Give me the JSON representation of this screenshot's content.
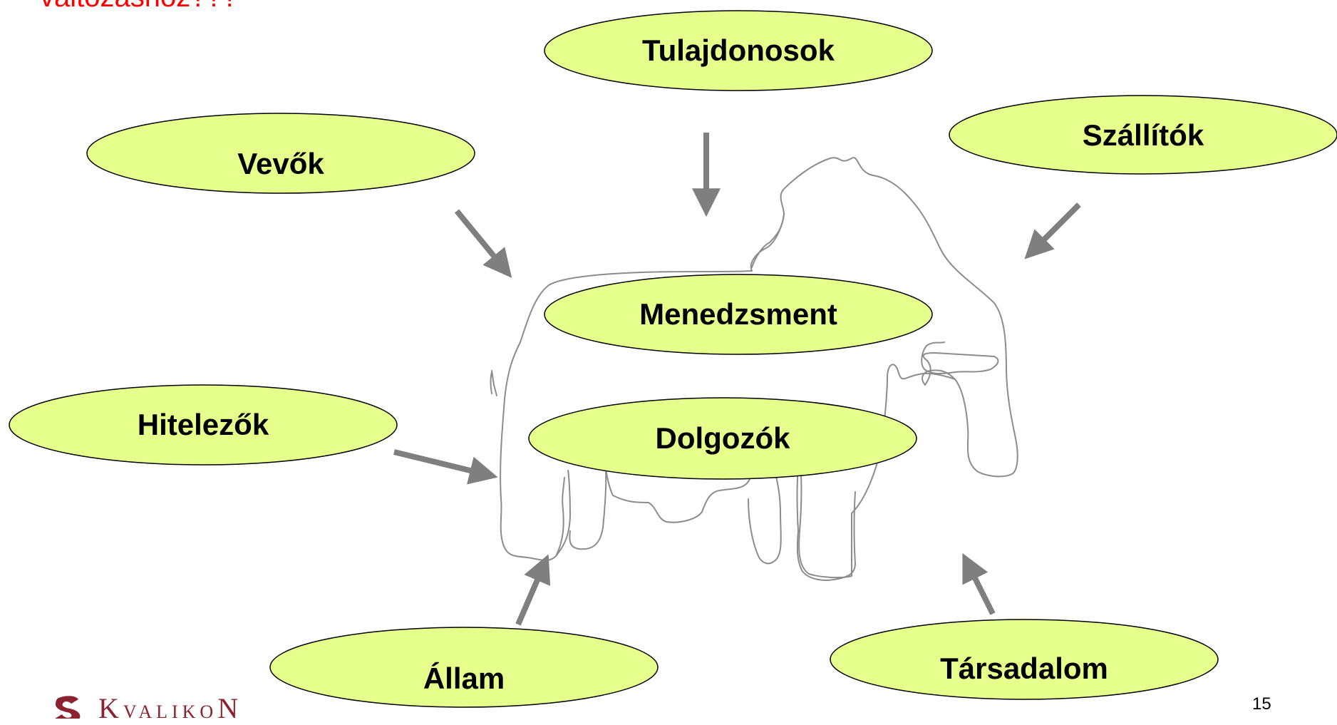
{
  "slide": {
    "top_text": "változáshoz???",
    "page_number": "15"
  },
  "nodes": {
    "tulajdonosok": "Tulajdonosok",
    "szallitok": "Szállítók",
    "vevok": "Vevők",
    "menedzsment": "Menedzsment",
    "hitelezok": "Hitelezők",
    "dolgozok": "Dolgozók",
    "allam": "Állam",
    "tarsadalom": "Társadalom"
  },
  "logo": {
    "first_letter": "K",
    "middle": "VALIKO",
    "last_letter": "N",
    "icon": "kvalikon-s-logo-icon"
  },
  "colors": {
    "ellipse_fill": "#e6ff8c",
    "arrow": "#7f7f7f",
    "elephant_line": "#8c8c8c",
    "top_text": "#ff0000",
    "logo": "#8a2230"
  }
}
